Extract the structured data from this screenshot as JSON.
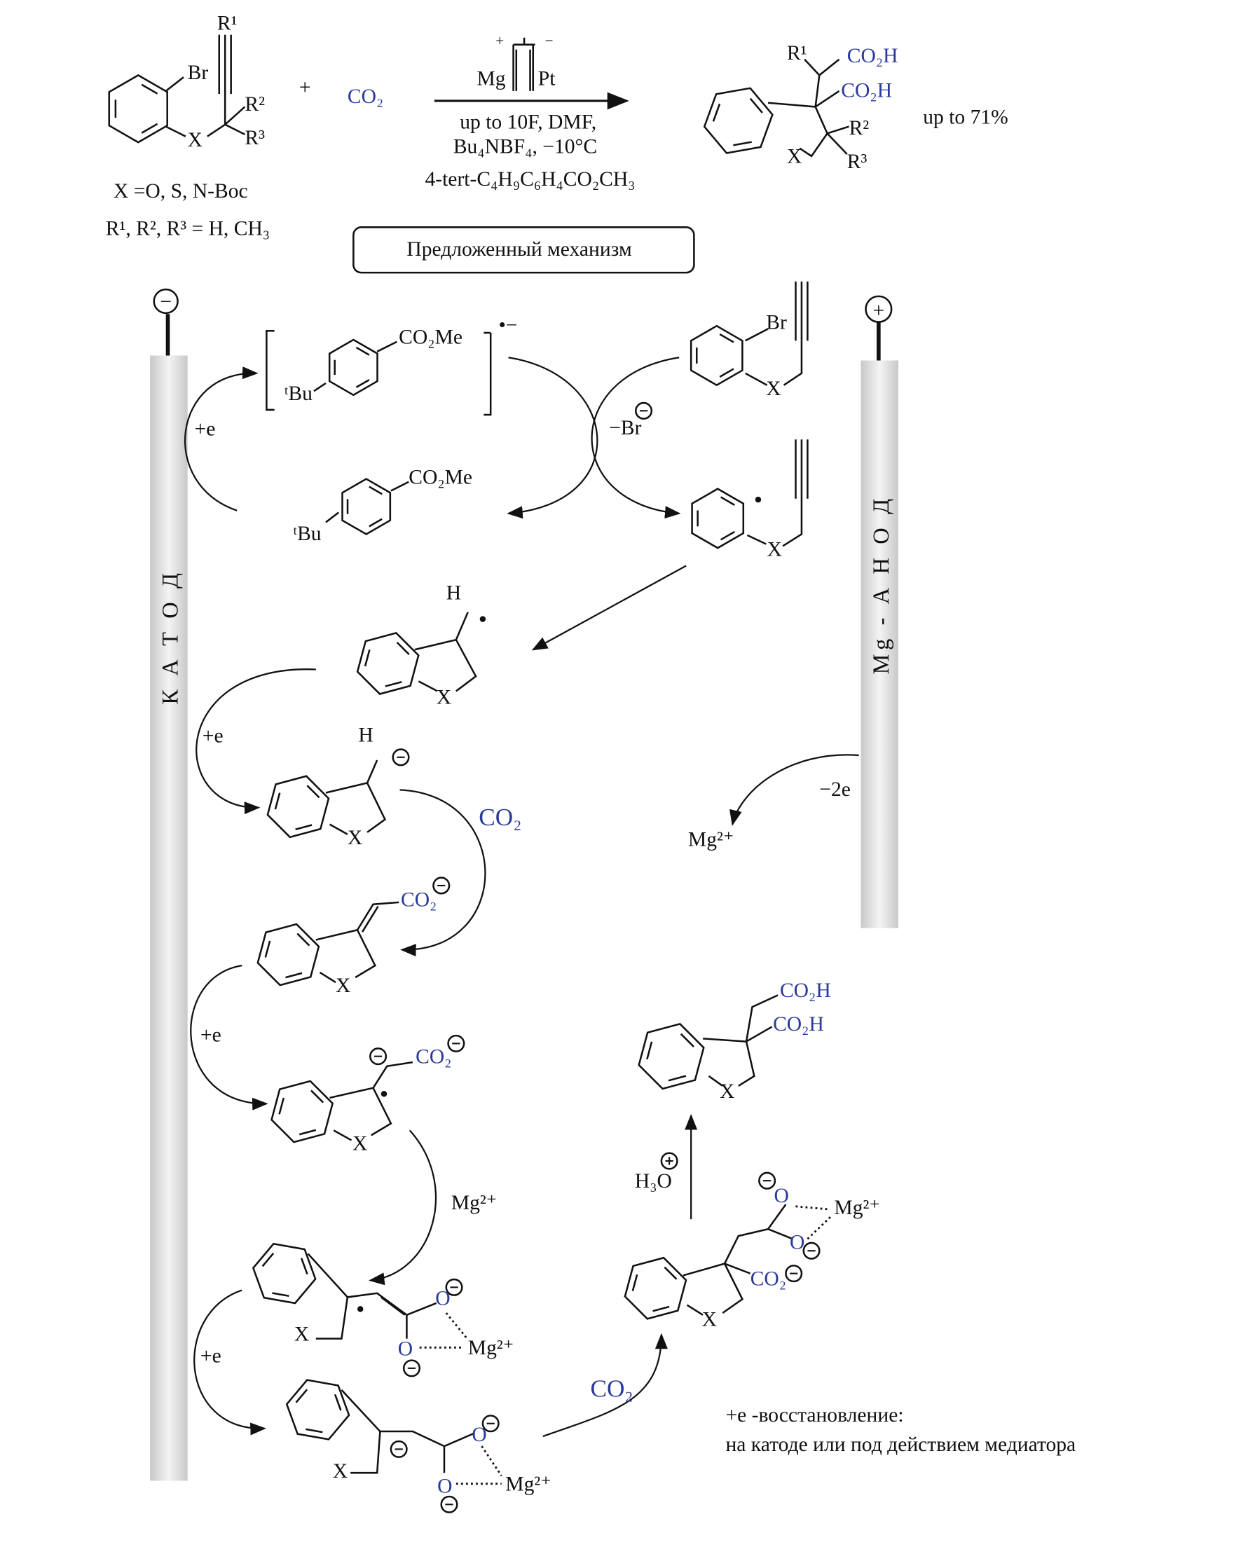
{
  "scheme": {
    "reactant": {
      "br": "Br",
      "x": "X",
      "r1": "R¹",
      "r2": "R²",
      "r3": "R³"
    },
    "plus": "+",
    "co2": "CO₂",
    "cell": {
      "anode": "Mg",
      "cathode": "Pt",
      "plus_sign": "+",
      "minus_sign": "−"
    },
    "conditions": [
      "up to 10F, DMF,",
      "Bu₄NBF₄, −10°C",
      "4-tert-C₄H₉C₆H₄CO₂CH₃"
    ],
    "product": {
      "r1": "R¹",
      "co2h_1": "CO₂H",
      "co2h_2": "CO₂H",
      "r2": "R²",
      "r3": "R³",
      "x": "X"
    },
    "yield": "up to 71%",
    "x_def": "X =O, S, N-Boc",
    "r_def": "R¹, R², R³ = H, CH₃",
    "mechanism_box": "Предложенный механизм"
  },
  "electrodes": {
    "cathode_label": "К А Т О Д",
    "cathode_sign": "−",
    "anode_label": "Mg - А Н О Д",
    "anode_sign": "+"
  },
  "mechanism": {
    "mediator_anion": {
      "tbu": "ᵗBu",
      "co2me": "CO₂Me",
      "charge": "•−"
    },
    "mediator": {
      "tbu": "ᵗBu",
      "co2me": "CO₂Me"
    },
    "plus_e": "+e",
    "minus_br": "−Br",
    "substrate": {
      "br": "Br",
      "x": "X"
    },
    "aryl_radical": {
      "x": "X"
    },
    "vinyl_radical": {
      "h": "H",
      "x": "X"
    },
    "vinyl_anion": {
      "h": "H",
      "x": "X"
    },
    "co2": "CO₂",
    "carboxylate": {
      "co2": "CO₂",
      "x": "X"
    },
    "radical_dianion": {
      "co2": "CO₂",
      "x": "X"
    },
    "mg": "Mg²⁺",
    "chelate1": {
      "o1": "O",
      "o2": "O",
      "mg": "Mg²⁺",
      "x": "X"
    },
    "chelate2": {
      "o1": "O",
      "o2": "O",
      "mg": "Mg²⁺",
      "x": "X"
    },
    "mg_product": {
      "co2": "CO₂",
      "o1": "O",
      "o2": "O",
      "mg": "Mg²⁺",
      "x": "X"
    },
    "h3o": "H₃O",
    "final": {
      "co2h_1": "CO₂H",
      "co2h_2": "CO₂H",
      "x": "X"
    },
    "minus_2e": "−2e",
    "mg_ion": "Mg²⁺",
    "note_1": "+e -восстановление:",
    "note_2": "на катоде или под действием медиатора"
  }
}
